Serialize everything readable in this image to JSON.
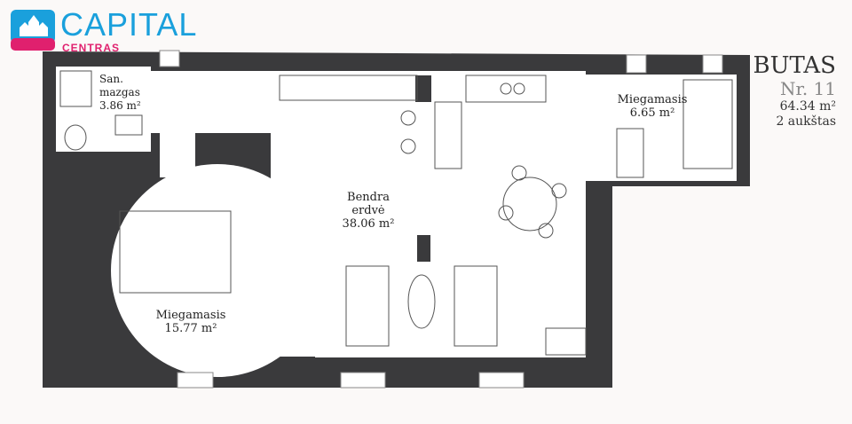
{
  "logo": {
    "name": "CAPITAL",
    "sub": "CENTRAS",
    "color_main": "#1aa0dc",
    "color_sub": "#e0206e"
  },
  "title": {
    "heading": "BUTAS",
    "number": "Nr. 11",
    "area": "64.34 m²",
    "floor": "2 aukštas"
  },
  "rooms": [
    {
      "name": "San.",
      "name2": "mazgas",
      "area": "3.86 m²"
    },
    {
      "name": "Bendra",
      "name2": "erdvė",
      "area": "38.06 m²"
    },
    {
      "name": "Miegamasis",
      "area": "6.65 m²"
    },
    {
      "name": "Miegamasis",
      "area": "15.77 m²"
    }
  ]
}
